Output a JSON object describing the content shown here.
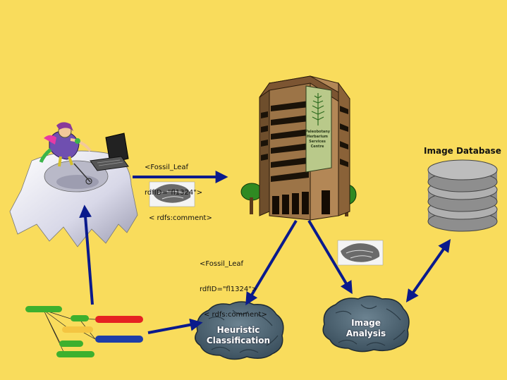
{
  "rdf_snippet_top": [
    "<Fossil_Leaf",
    "rdfID=\"fl1324\">",
    "< rdfs:comment>"
  ],
  "rdf_snippet_mid": [
    "<Fossil_Leaf",
    "rdfID=\"fl1324\">",
    "< rdfs:comment>"
  ],
  "image_database": {
    "title": "Image Database"
  },
  "heuristic_classification": {
    "line1": "Heuristic",
    "line2": "Classification"
  },
  "image_analysis": {
    "line1": "Image",
    "line2": "Analysis"
  },
  "building_sign": [
    "Paleobotany",
    "Herbarium",
    "Services",
    "Centre"
  ],
  "colors": {
    "background": "#F9DC5C",
    "arrow": "#0A1A8C",
    "brain": "#4E6472",
    "database": "#A9A9A9",
    "building": "#9C7447",
    "tree_green": "#3DB02E",
    "tree_red": "#E52222",
    "tree_blue": "#1E3EA8",
    "tree_yellow": "#F4C542"
  }
}
